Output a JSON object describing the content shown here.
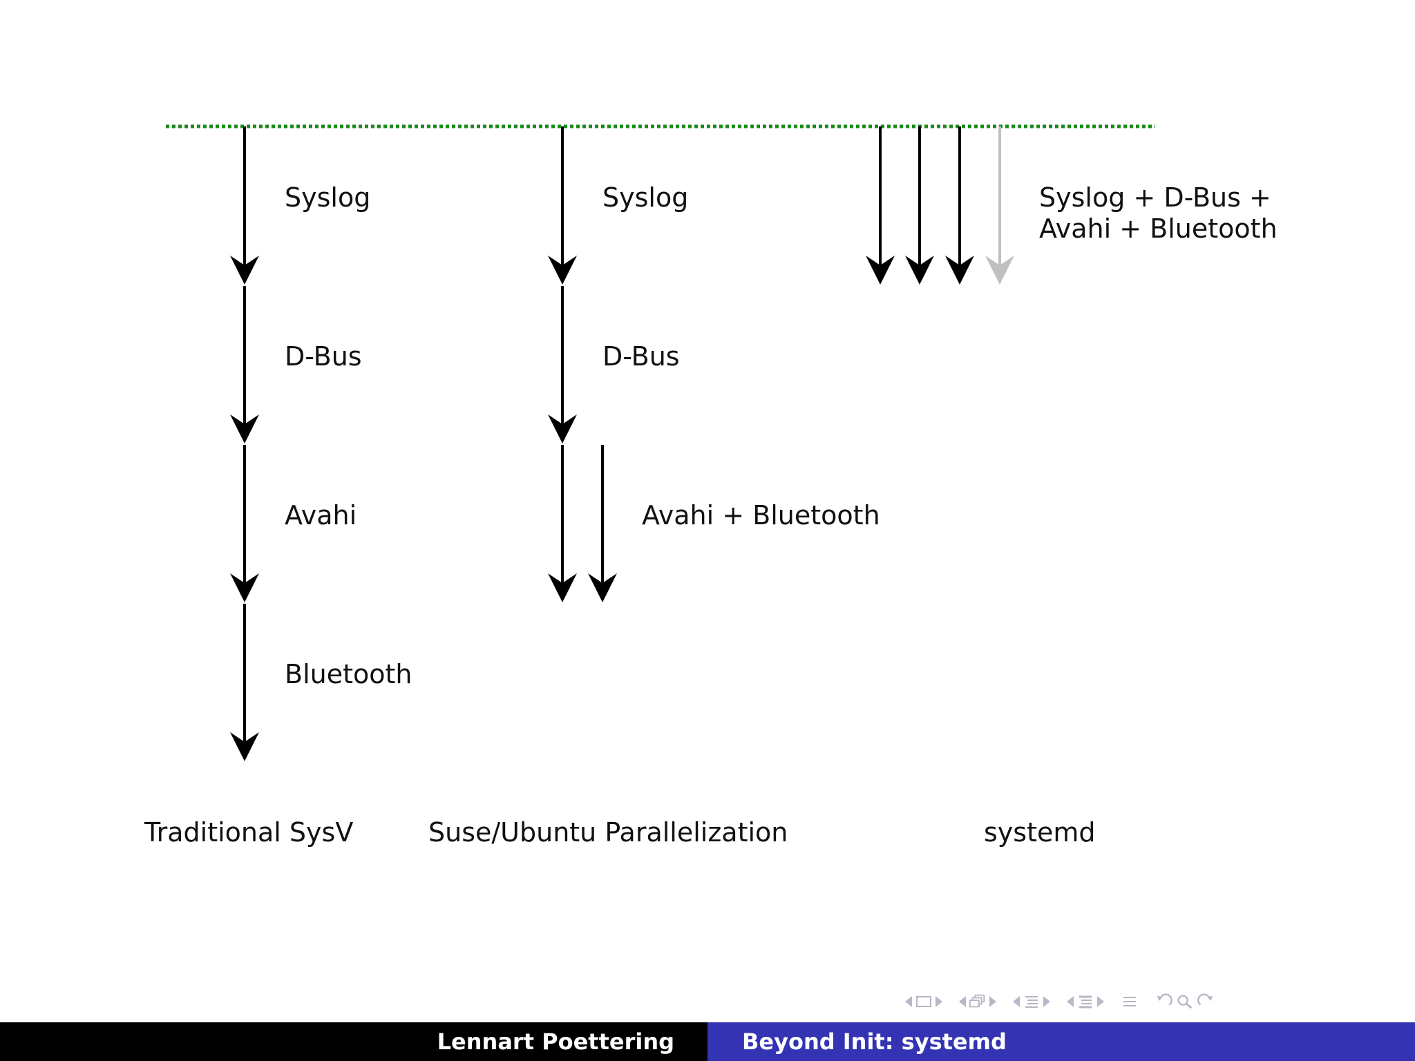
{
  "diagram": {
    "columns": [
      {
        "caption": "Traditional SysV",
        "labels": [
          "Syslog",
          "D-Bus",
          "Avahi",
          "Bluetooth"
        ]
      },
      {
        "caption": "Suse/Ubuntu Parallelization",
        "labels": [
          "Syslog",
          "D-Bus",
          "Avahi + Bluetooth"
        ]
      },
      {
        "caption": "systemd",
        "labels": [
          "Syslog + D-Bus +",
          "Avahi + Bluetooth"
        ]
      }
    ],
    "colors": {
      "start_line": "#1a8a1a",
      "arrow": "#000000",
      "arrow_muted": "#c0c0c0"
    }
  },
  "navigation": {
    "icons": [
      "frame-prev-icon",
      "frame-icon",
      "frame-next-icon",
      "subsection-prev-icon",
      "subsection-icon",
      "subsection-next-icon",
      "section-prev-icon",
      "section-icon",
      "section-next-icon",
      "slide-prev-icon",
      "slide-icon",
      "slide-next-icon",
      "toc-icon",
      "back-icon",
      "search-icon",
      "forward-icon"
    ],
    "color": "#b5b5c5"
  },
  "footer": {
    "author": "Lennart Poettering",
    "title": "Beyond Init: systemd",
    "left_color": "#000000",
    "right_color": "#3333b3"
  }
}
